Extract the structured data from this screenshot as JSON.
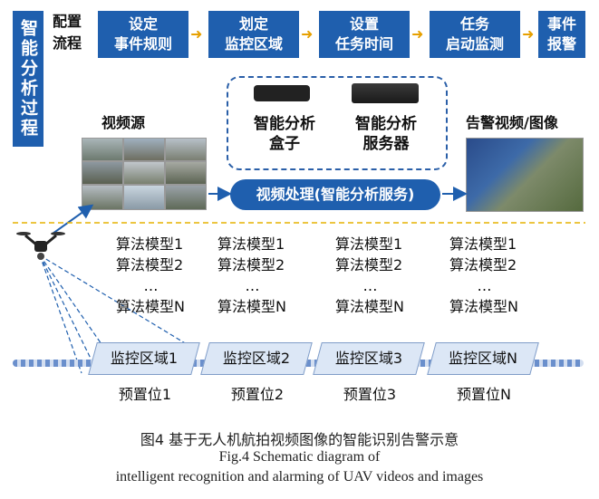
{
  "process": {
    "title": "智能分析过程",
    "config": "配置流程",
    "steps": [
      "设定\n事件规则",
      "划定\n监控区域",
      "设置\n任务时间",
      "任务\n启动监测",
      "事件\n报警"
    ]
  },
  "left_label": "视频源",
  "dash_box": {
    "box_label": "智能分析\n盒子",
    "server_label": "智能分析\n服务器"
  },
  "processing_label": "视频处理(智能分析服务)",
  "alarm_label": "告警视频/图像",
  "algorithm_columns": [
    "算法模型1\n算法模型2\n      …\n算法模型N",
    "算法模型1\n算法模型2\n      …\n算法模型N",
    "算法模型1\n算法模型2\n      …\n算法模型N",
    "算法模型1\n算法模型2\n      …\n算法模型N"
  ],
  "zones": [
    "监控区域1",
    "监控区域2",
    "监控区域3",
    "监控区域N"
  ],
  "presets": [
    "预置位1",
    "预置位2",
    "预置位3",
    "预置位N"
  ],
  "caption": {
    "cn": "图4  基于无人机航拍视频图像的智能识别告警示意",
    "en1": "Fig.4    Schematic diagram of",
    "en2": "intelligent recognition and alarming of UAV videos and images"
  },
  "colors": {
    "primary": "#1f5fae",
    "arrow": "#e6a000",
    "divider": "#e6b200"
  }
}
